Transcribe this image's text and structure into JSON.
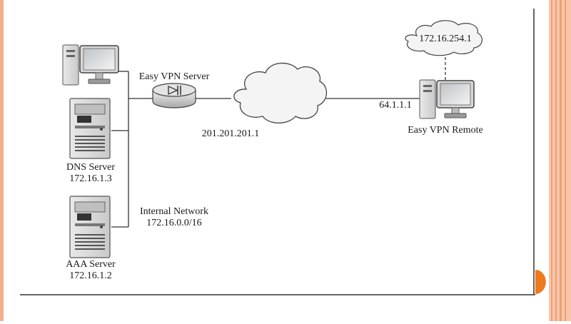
{
  "colors": {
    "accent_stripe": "#f3b08c",
    "accent_orange": "#ee7a1e",
    "line": "#222222"
  },
  "icons": [
    "workstation-icon",
    "server-tower-icon",
    "router-icon",
    "cloud-icon"
  ],
  "labels": {
    "vpn_server": "Easy VPN Server",
    "public_ip": "201.201.201.1",
    "dns_name": "DNS Server",
    "dns_ip": "172.16.1.3",
    "internal_title": "Internal Network",
    "internal_subnet": "172.16.0.0/16",
    "aaa_name": "AAA Server",
    "aaa_ip": "172.16.1.2",
    "remote_outside_ip": "64.1.1.1",
    "remote_inside_ip": "172.16.254.1",
    "remote_name": "Easy VPN Remote"
  }
}
